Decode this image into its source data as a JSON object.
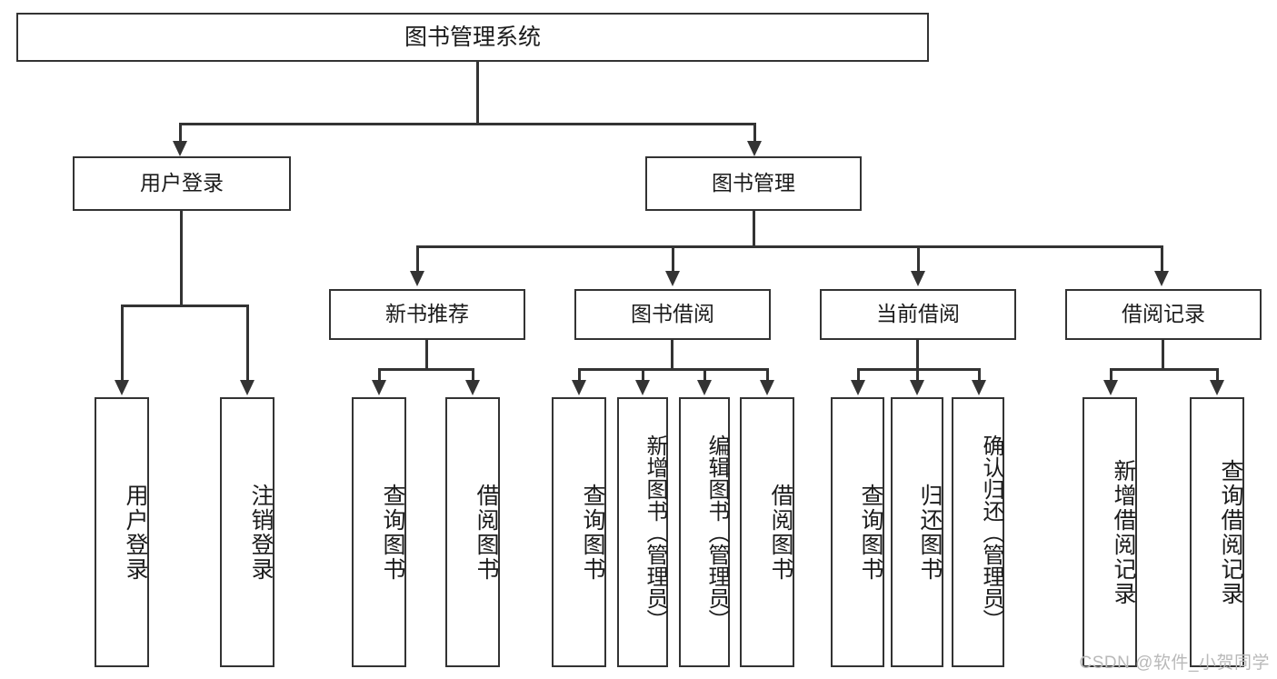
{
  "diagram": {
    "title": "图书管理系统",
    "type": "tree-hierarchy-chart",
    "watermark": "CSDN @软件_小贺同学",
    "colors": {
      "box_border": "#333333",
      "box_fill": "#ffffff",
      "line": "#333333",
      "text": "#1b1b1b",
      "watermark": "#b9b9b9",
      "background": "#ffffff"
    }
  },
  "root": {
    "label": "图书管理系统"
  },
  "level1": [
    {
      "label": "用户登录"
    },
    {
      "label": "图书管理"
    }
  ],
  "level2": [
    {
      "label": "新书推荐"
    },
    {
      "label": "图书借阅"
    },
    {
      "label": "当前借阅"
    },
    {
      "label": "借阅记录"
    }
  ],
  "leaves": {
    "user_login": [
      {
        "label": "用户登录"
      },
      {
        "label": "注销登录"
      }
    ],
    "new_book_recommend": [
      {
        "label": "查询图书"
      },
      {
        "label": "借阅图书"
      }
    ],
    "book_borrow": [
      {
        "label": "查询图书"
      },
      {
        "label": "新增图书（管理员）"
      },
      {
        "label": "编辑图书（管理员）"
      },
      {
        "label": "借阅图书"
      }
    ],
    "current_borrow": [
      {
        "label": "查询图书"
      },
      {
        "label": "归还图书"
      },
      {
        "label": "确认归还（管理员）"
      }
    ],
    "borrow_records": [
      {
        "label": "新增借阅记录"
      },
      {
        "label": "查询借阅记录"
      }
    ]
  }
}
